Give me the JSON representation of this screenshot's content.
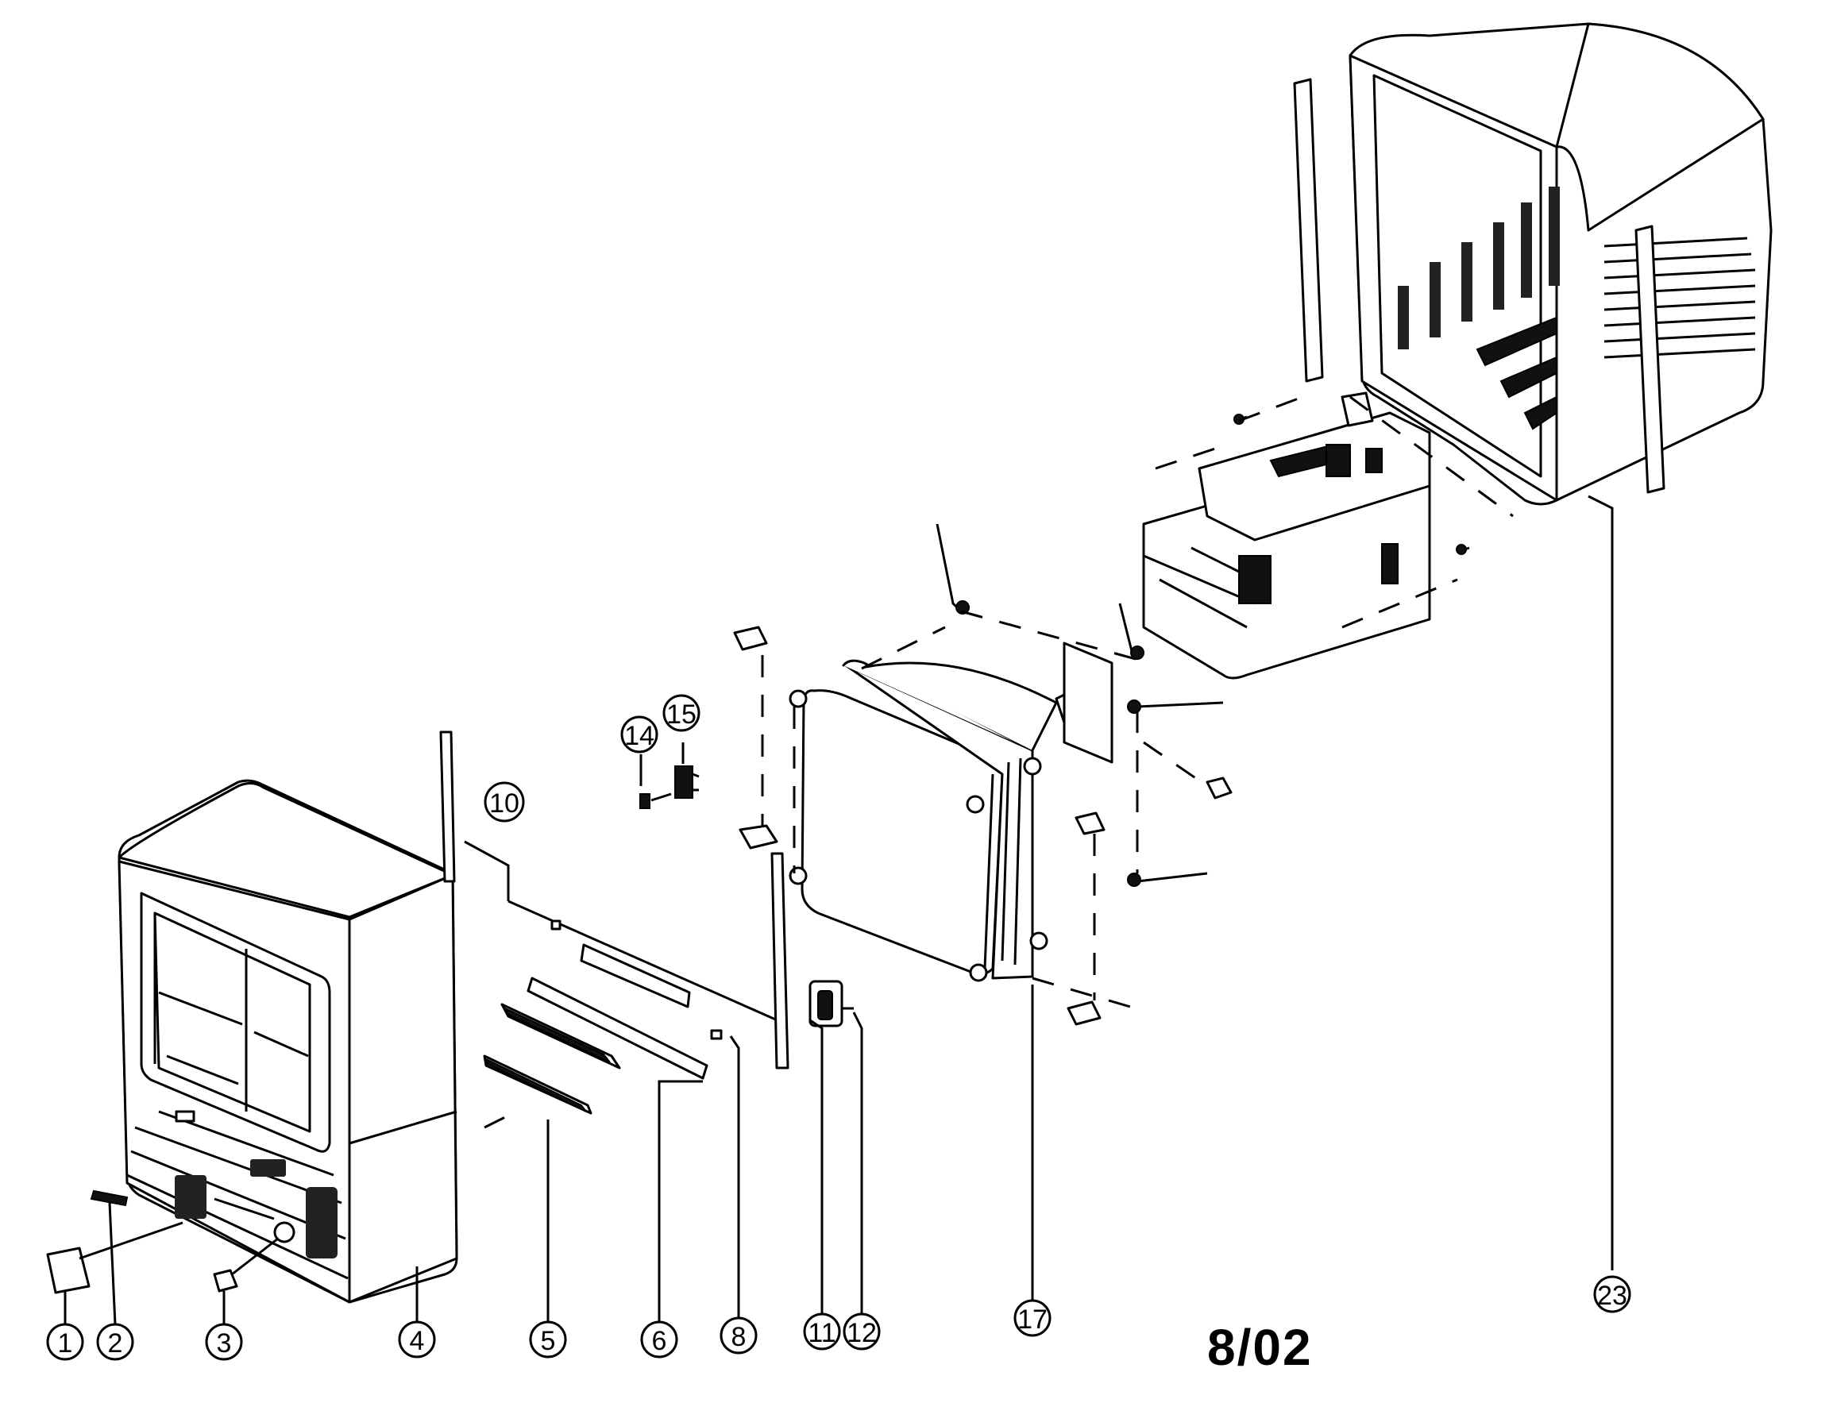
{
  "drawing": {
    "date_code": "8/02"
  },
  "callouts": [
    {
      "id": "c1",
      "label": "1"
    },
    {
      "id": "c2",
      "label": "2"
    },
    {
      "id": "c3",
      "label": "3"
    },
    {
      "id": "c4",
      "label": "4"
    },
    {
      "id": "c5",
      "label": "5"
    },
    {
      "id": "c6",
      "label": "6"
    },
    {
      "id": "c8",
      "label": "8"
    },
    {
      "id": "c10",
      "label": "10"
    },
    {
      "id": "c11",
      "label": "11"
    },
    {
      "id": "c12",
      "label": "12"
    },
    {
      "id": "c14",
      "label": "14"
    },
    {
      "id": "c15",
      "label": "15"
    },
    {
      "id": "c17",
      "label": "17"
    },
    {
      "id": "c23",
      "label": "23"
    }
  ]
}
